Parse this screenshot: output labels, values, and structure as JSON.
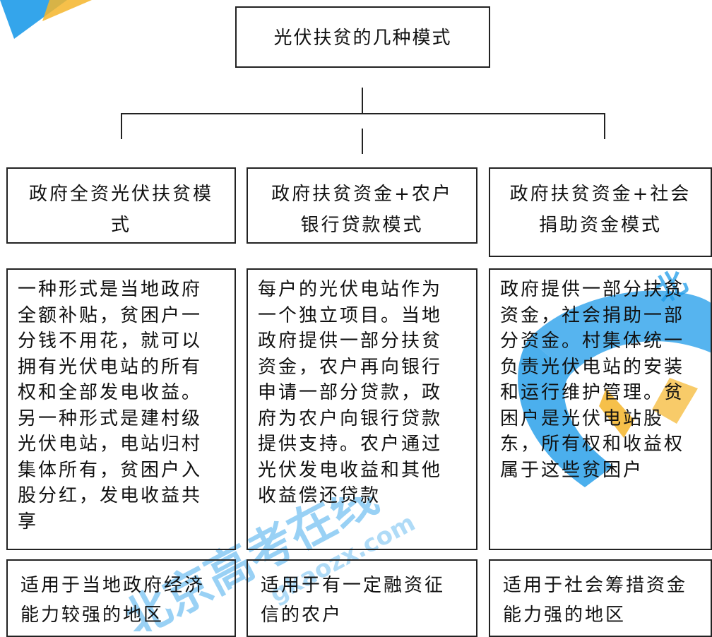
{
  "root": {
    "title": "光伏扶贫的几种模式"
  },
  "modes": [
    {
      "title": "政府全资光伏扶贫模式",
      "description": "一种形式是当地政府全额补贴，贫困户一分钱不用花，就可以拥有光伏电站的所有权和全部发电收益。另一种形式是建村级光伏电站，电站归村集体所有，贫困户入股分红，发电收益共享",
      "applicable": "适用于当地政府经济能力较强的地区"
    },
    {
      "title": "政府扶贫资金+农户银行贷款模式",
      "description": "每户的光伏电站作为一个独立项目。当地政府提供一部分扶贫资金，农户再向银行申请一部分贷款，政府为农户向银行贷款提供支持。农户通过光伏发电收益和其他收益偿还贷款",
      "applicable": "适用于有一定融资征信的农户"
    },
    {
      "title": "政府扶贫资金+社会捐助资金模式",
      "description": "政府提供一部分扶贫资金，社会捐助一部分资金。村集体统一负责光伏电站的安装和运行维护管理。贫困户是光伏电站股东，所有权和收益权属于这些贫困户",
      "applicable": "适用于社会筹措资金能力强的地区"
    }
  ],
  "watermark": {
    "text_site": "gkaozx.com",
    "text_brand": "北京高考在线",
    "colors": {
      "blue": "#1E9BE9",
      "orange": "#F5B52A"
    }
  }
}
